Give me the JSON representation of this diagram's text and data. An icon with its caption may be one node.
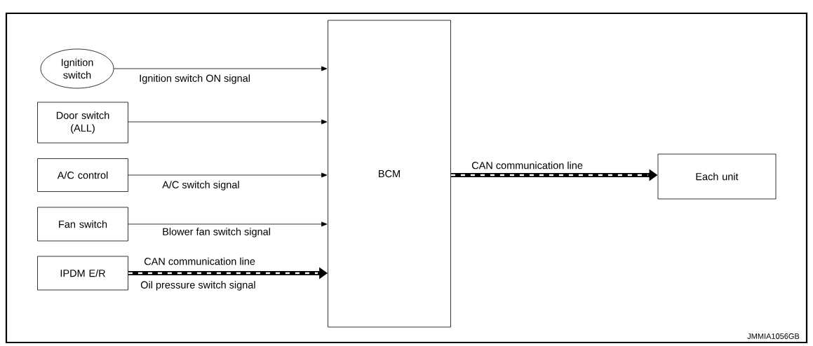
{
  "diagram": {
    "nodes": [
      {
        "text": [
          "Ignition switch"
        ]
      },
      {
        "text": [
          "Door switch (ALL)"
        ]
      },
      {
        "text": [
          "A/C control"
        ]
      },
      {
        "text": [
          "Fan switch"
        ]
      },
      {
        "text": [
          "IPDM E/R"
        ]
      },
      {
        "text": [
          "BCM"
        ]
      },
      {
        "text": [
          "Each unit"
        ]
      }
    ],
    "edges": [
      {
        "from": 0,
        "to": 5,
        "arrow": "to",
        "label": "Ignition switch ON signal"
      },
      {
        "from": 1,
        "to": 5,
        "arrow": "to"
      },
      {
        "from": 2,
        "to": 5,
        "arrow": "to",
        "label": "A/C switch signal"
      },
      {
        "from": 3,
        "to": 5,
        "arrow": "to",
        "label": "Blower fan switch signal"
      },
      {
        "from": 4,
        "to": 5,
        "arrow": "to",
        "label": "CAN communication line",
        "style": "thick"
      },
      {
        "from": 5,
        "to": 6,
        "arrow": "to",
        "label": "CAN communication line",
        "style": "thick"
      }
    ],
    "labels": [
      "Oil pressure switch signal",
      "JMMIA1056GB"
    ]
  }
}
